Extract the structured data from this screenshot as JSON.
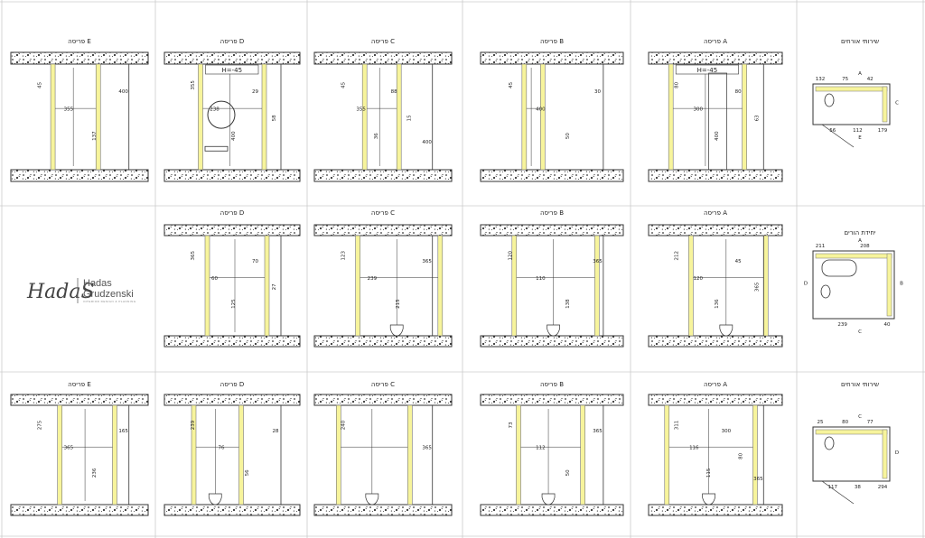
{
  "colors": {
    "wall_fill": "#f7f49c",
    "wall_stroke": "#777777",
    "line": "#333333",
    "grid": "#cccccc"
  },
  "logo": {
    "mark": "HadaS",
    "name_line1": "Hadas",
    "name_line2": "Grudzenski",
    "tagline": "INTERIOR DESIGN & PLANNING"
  },
  "rows": [
    {
      "plan": {
        "title": "שירותי אורחים",
        "dims": [
          "132",
          "56",
          "75",
          "112",
          "42",
          "179"
        ],
        "letters": [
          "A",
          "C",
          "E"
        ]
      },
      "elevations": [
        {
          "title": "פריסה E",
          "dims": [
            "45",
            "355",
            "137",
            "400"
          ],
          "marker": ""
        },
        {
          "title": "פריסה D",
          "dims": [
            "355",
            "238",
            "400",
            "29",
            "58"
          ],
          "marker": "H=-45"
        },
        {
          "title": "פריסה C",
          "dims": [
            "45",
            "355",
            "36",
            "88",
            "15",
            "400"
          ],
          "marker": ""
        },
        {
          "title": "פריסה B",
          "dims": [
            "45",
            "400",
            "50",
            "30"
          ],
          "marker": ""
        },
        {
          "title": "פריסה A",
          "dims": [
            "80",
            "300",
            "400",
            "80",
            "63"
          ],
          "marker": "H=-45"
        }
      ]
    },
    {
      "plan": {
        "title": "יחידת הורים",
        "dims": [
          "211",
          "239",
          "208",
          "40"
        ],
        "letters": [
          "A",
          "B",
          "C",
          "D"
        ]
      },
      "elevations": [
        {
          "title": "פריסה D",
          "dims": [
            "365",
            "60",
            "125",
            "70",
            "27"
          ],
          "marker": ""
        },
        {
          "title": "פריסה C",
          "dims": [
            "123",
            "239",
            "215",
            "365"
          ],
          "marker": ""
        },
        {
          "title": "פריסה B",
          "dims": [
            "120",
            "110",
            "138",
            "365"
          ],
          "marker": ""
        },
        {
          "title": "פריסה A",
          "dims": [
            "212",
            "120",
            "136",
            "45",
            "365"
          ],
          "marker": ""
        }
      ]
    },
    {
      "plan": {
        "title": "שירותי אורחים",
        "dims": [
          "25",
          "117",
          "80",
          "38",
          "77",
          "294"
        ],
        "letters": [
          "C",
          "D"
        ]
      },
      "elevations": [
        {
          "title": "פריסה E",
          "dims": [
            "275",
            "365",
            "236",
            "165"
          ],
          "marker": ""
        },
        {
          "title": "פריסה D",
          "dims": [
            "239",
            "76",
            "56",
            "28"
          ],
          "marker": ""
        },
        {
          "title": "פריסה C",
          "dims": [
            "240",
            "365"
          ],
          "marker": ""
        },
        {
          "title": "פריסה B",
          "dims": [
            "73",
            "112",
            "50",
            "365"
          ],
          "marker": ""
        },
        {
          "title": "פריסה A",
          "dims": [
            "311",
            "116",
            "115",
            "300",
            "80",
            "365"
          ],
          "marker": ""
        }
      ]
    }
  ]
}
